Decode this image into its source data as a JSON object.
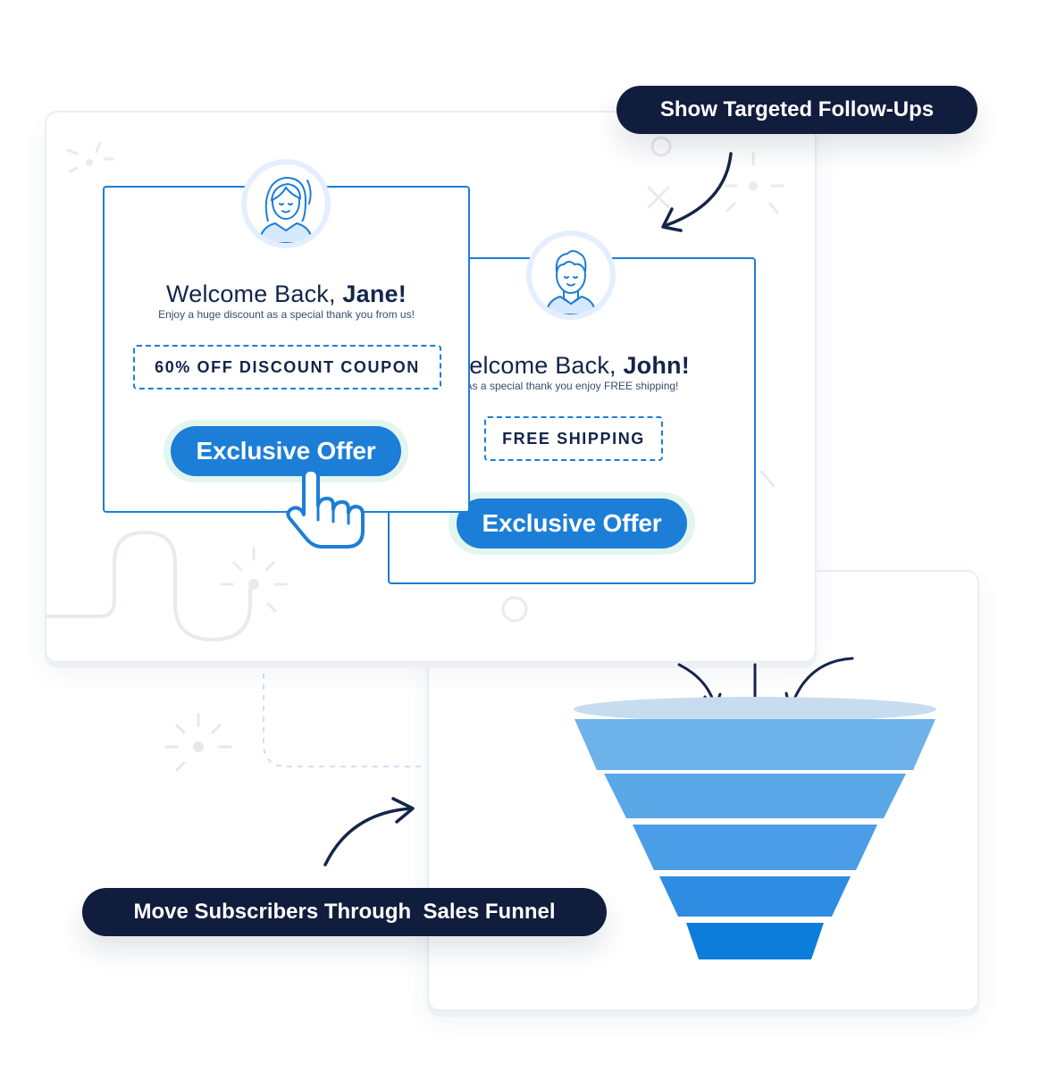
{
  "labels": {
    "follow_ups": "Show Targeted Follow-Ups",
    "funnel": "Move Subscribers Through  Sales Funnel"
  },
  "popup_jane": {
    "greeting": "Welcome Back, ",
    "name": "Jane!",
    "subtitle": "Enjoy a huge discount as a special thank you from us!",
    "coupon": "60% OFF DISCOUNT COUPON",
    "cta": "Exclusive Offer"
  },
  "popup_john": {
    "greeting": "Welcome Back, ",
    "name": "John!",
    "subtitle": "As a special thank you enjoy FREE shipping!",
    "coupon": "FREE SHIPPING",
    "cta": "Exclusive Offer"
  },
  "icons": {
    "cursor": "hand-pointer-icon",
    "avatar_female": "woman-avatar-icon",
    "avatar_male": "man-avatar-icon",
    "funnel": "sales-funnel-icon"
  },
  "colors": {
    "accent": "#1c7ed6",
    "pill_bg": "#111d3d",
    "text_dark": "#14254a",
    "funnel_top": "#6db2ea",
    "funnel_bottom": "#0d7ddc"
  }
}
